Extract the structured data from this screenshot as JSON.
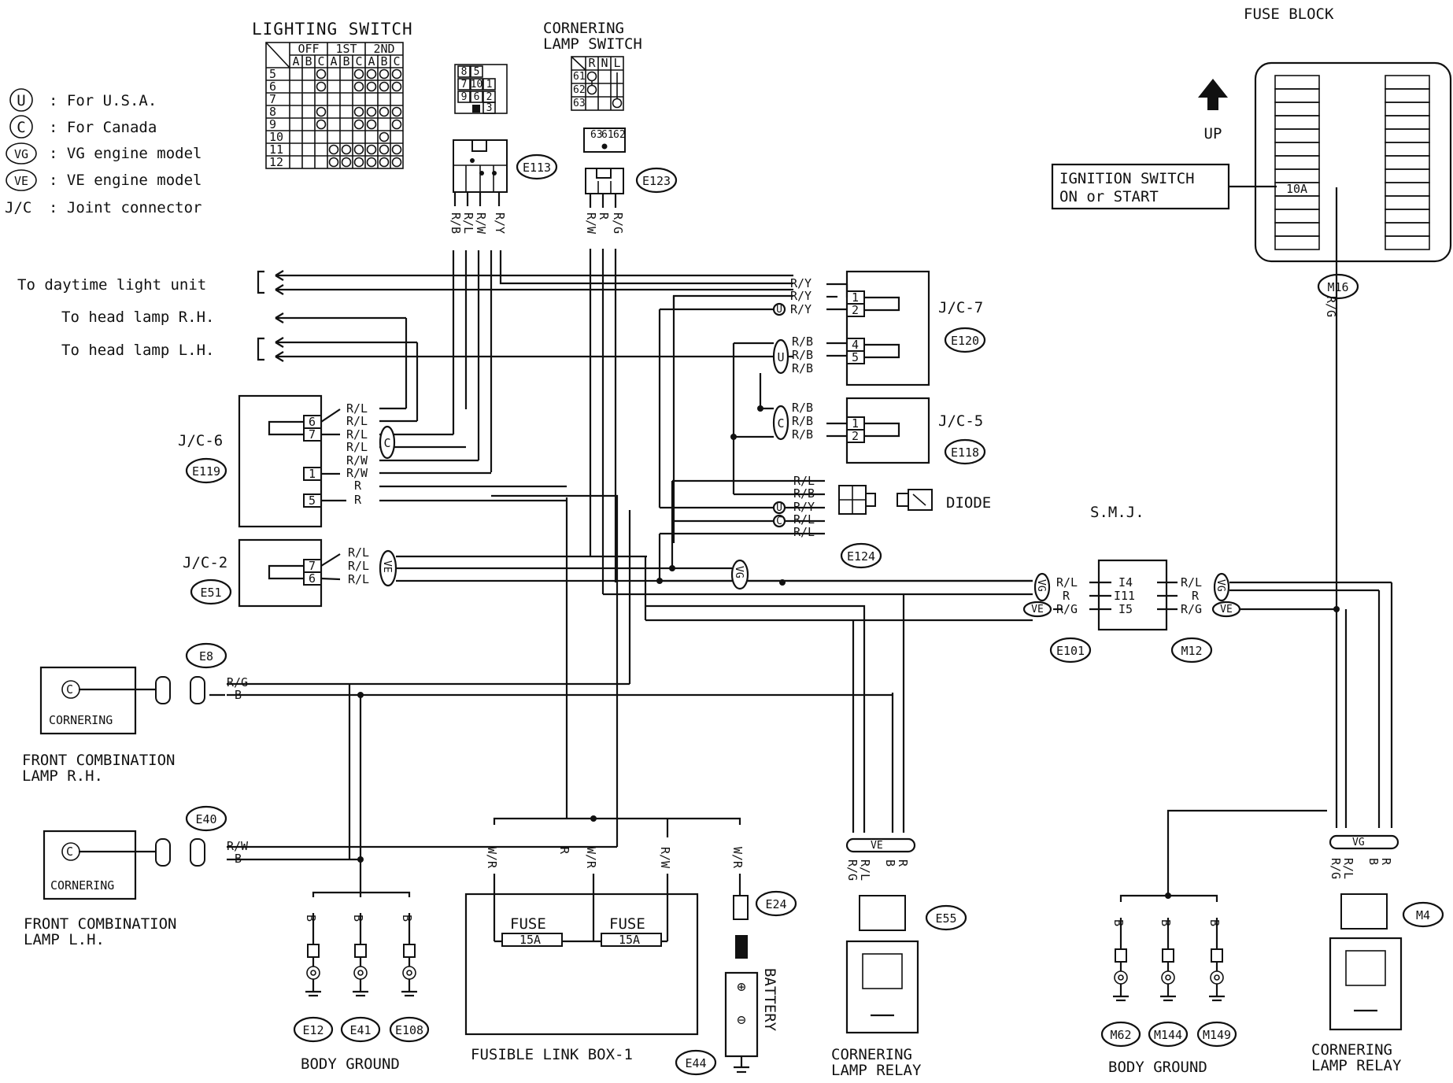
{
  "legend": [
    {
      "sym": "U",
      "text": ": For U.S.A."
    },
    {
      "sym": "C",
      "text": ": For Canada"
    },
    {
      "sym": "VG",
      "text": ": VG engine model"
    },
    {
      "sym": "VE",
      "text": ": VE engine model"
    },
    {
      "sym": "J/C",
      "text": ": Joint connector"
    }
  ],
  "lighting_switch": {
    "title": "LIGHTING SWITCH",
    "positions": [
      "OFF",
      "1ST",
      "2ND"
    ],
    "columns": [
      "A",
      "B",
      "C",
      "A",
      "B",
      "C",
      "A",
      "B",
      "C"
    ],
    "rows": [
      "5",
      "6",
      "7",
      "8",
      "9",
      "10",
      "11",
      "12"
    ],
    "marks": [
      [
        0,
        0,
        1,
        0,
        0,
        1,
        1,
        1,
        1
      ],
      [
        0,
        0,
        1,
        0,
        0,
        1,
        1,
        1,
        1
      ],
      [
        0,
        0,
        0,
        0,
        0,
        0,
        0,
        0,
        0
      ],
      [
        0,
        0,
        1,
        0,
        0,
        1,
        1,
        1,
        1
      ],
      [
        0,
        0,
        1,
        0,
        0,
        1,
        1,
        0,
        1
      ],
      [
        0,
        0,
        0,
        0,
        0,
        0,
        0,
        1,
        0
      ],
      [
        0,
        0,
        0,
        1,
        1,
        1,
        1,
        1,
        1
      ],
      [
        0,
        0,
        0,
        1,
        1,
        1,
        1,
        1,
        1
      ]
    ]
  },
  "cornering_lamp_switch": {
    "title_line1": "CORNERING",
    "title_line2": "LAMP SWITCH",
    "columns": [
      "R",
      "N",
      "L"
    ],
    "rows": [
      "61",
      "62",
      "63"
    ],
    "pins": [
      "63",
      "61",
      "62"
    ]
  },
  "connectors": {
    "e113": "E113",
    "e123": "E123",
    "e120": "E120",
    "e118": "E118",
    "e119": "E119",
    "e51": "E51",
    "e124": "E124",
    "e101": "E101",
    "m12": "M12",
    "m16": "M16",
    "e8": "E8",
    "e40": "E40",
    "e55": "E55",
    "e24": "E24",
    "e44": "E44",
    "m4": "M4"
  },
  "e113_pins": [
    "8",
    "5",
    "7",
    "10",
    "1",
    "9",
    "6",
    "2",
    "3"
  ],
  "fuse_block": {
    "title": "FUSE BLOCK",
    "fuse": "10A",
    "up": "UP"
  },
  "ignition": {
    "line1": "IGNITION SWITCH",
    "line2": "ON or START"
  },
  "outputs": {
    "daytime": "To daytime light unit",
    "head_rh": "To head lamp R.H.",
    "head_lh": "To head lamp L.H."
  },
  "jc": {
    "jc7": "J/C-7",
    "jc5": "J/C-5",
    "jc6": "J/C-6",
    "jc2": "J/C-2"
  },
  "wires": {
    "ry": "R/Y",
    "rb": "R/B",
    "rl": "R/L",
    "rw": "R/W",
    "r": "R",
    "rg": "R/G",
    "b": "B",
    "wr": "W/R"
  },
  "badges": {
    "u": "U",
    "c": "C",
    "vg": "VG",
    "ve": "VE"
  },
  "pins": {
    "p1": "1",
    "p2": "2",
    "p4": "4",
    "p5": "5",
    "p6": "6",
    "p7": "7",
    "i4": "I4",
    "i11": "I11",
    "i5": "I5"
  },
  "diode": "DIODE",
  "smj": "S.M.J.",
  "front_rh": {
    "box": "CORNERING",
    "line1": "FRONT COMBINATION",
    "line2": "LAMP R.H."
  },
  "front_lh": {
    "box": "CORNERING",
    "line1": "FRONT COMBINATION",
    "line2": "LAMP L.H."
  },
  "fusible_link": {
    "title": "FUSIBLE LINK BOX-1",
    "fuse_label": "FUSE",
    "fuse_value": "15A"
  },
  "battery": "BATTERY",
  "cornering_relay": {
    "line1": "CORNERING",
    "line2": "LAMP RELAY"
  },
  "body_ground": "BODY GROUND",
  "grounds_left": [
    "E12",
    "E41",
    "E108"
  ],
  "grounds_right": [
    "M62",
    "M144",
    "M149"
  ]
}
